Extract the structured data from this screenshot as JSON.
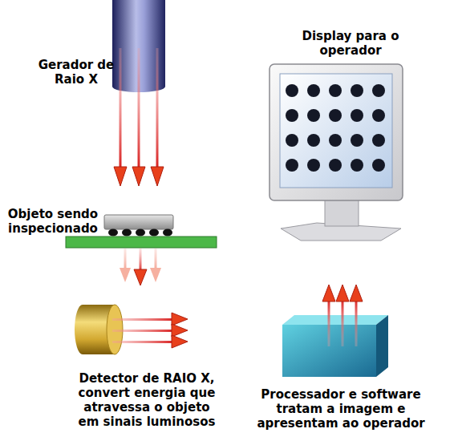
{
  "diagram": {
    "labels": [
      "Gerador de Raio X",
      "Display para o operador",
      "Objeto sendo inspecionado",
      "Detector de RAIO X, convert energia que atravessa o objeto em sinais luminosos",
      "Processador e software tratam a imagem e apresentam ao operador"
    ]
  }
}
